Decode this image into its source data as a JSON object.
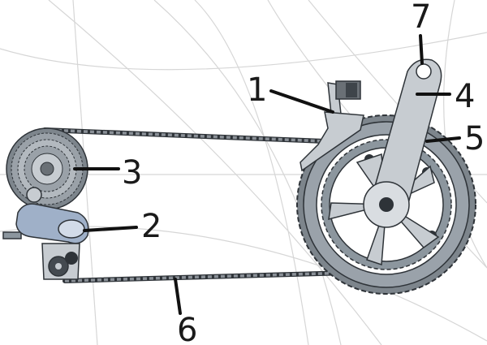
{
  "colors": {
    "chain": "#6a7076",
    "chain_outline": "#2e3338",
    "chainring": "#8c969e",
    "crank": "#c7ccd1",
    "cassette": "#9aa1a8",
    "derailleur": "#9fb0c8",
    "outline": "#2e3338",
    "label": "#1a1a1a",
    "spokes": "#d6d6d6"
  },
  "callouts": [
    {
      "number": "1",
      "part": "front-derailleur"
    },
    {
      "number": "2",
      "part": "rear-derailleur"
    },
    {
      "number": "3",
      "part": "cassette"
    },
    {
      "number": "4",
      "part": "crank-arm"
    },
    {
      "number": "5",
      "part": "chainrings"
    },
    {
      "number": "6",
      "part": "chain"
    },
    {
      "number": "7",
      "part": "pedal-mount"
    }
  ]
}
